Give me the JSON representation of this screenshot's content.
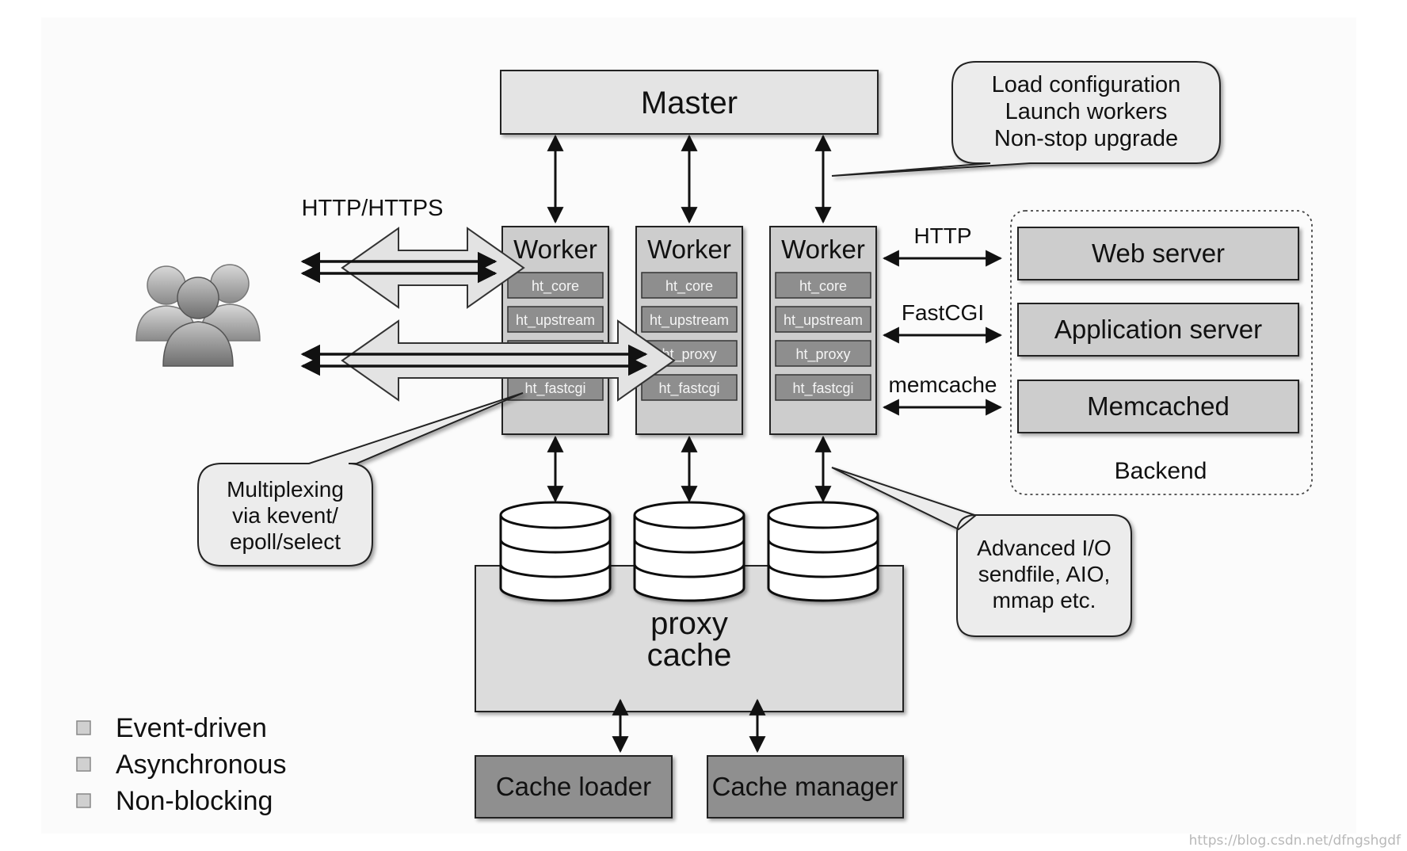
{
  "master": {
    "label": "Master"
  },
  "master_callout": {
    "lines": [
      "Load configuration",
      "Launch workers",
      "Non-stop upgrade"
    ]
  },
  "protocol_label": "HTTP/HTTPS",
  "workers": [
    {
      "label": "Worker",
      "modules": [
        "ht_core",
        "ht_upstream",
        "",
        "ht_fastcgi"
      ]
    },
    {
      "label": "Worker",
      "modules": [
        "ht_core",
        "ht_upstream",
        "ht_proxy",
        "ht_fastcgi"
      ]
    },
    {
      "label": "Worker",
      "modules": [
        "ht_core",
        "ht_upstream",
        "ht_proxy",
        "ht_fastcgi"
      ]
    }
  ],
  "backend_links": [
    "HTTP",
    "FastCGI",
    "memcache"
  ],
  "backend": {
    "label": "Backend",
    "servers": [
      "Web server",
      "Application server",
      "Memcached"
    ]
  },
  "multiplex_callout": {
    "lines": [
      "Multiplexing",
      "via kevent/",
      "epoll/select"
    ]
  },
  "io_callout": {
    "lines": [
      "Advanced I/O",
      "sendfile, AIO,",
      "mmap etc."
    ]
  },
  "proxy_cache": {
    "lines": [
      "proxy",
      "cache"
    ]
  },
  "cache_processes": [
    "Cache loader",
    "Cache manager"
  ],
  "features": [
    "Event-driven",
    "Asynchronous",
    "Non-blocking"
  ],
  "watermark": "https://blog.csdn.net/dfngshgdf"
}
